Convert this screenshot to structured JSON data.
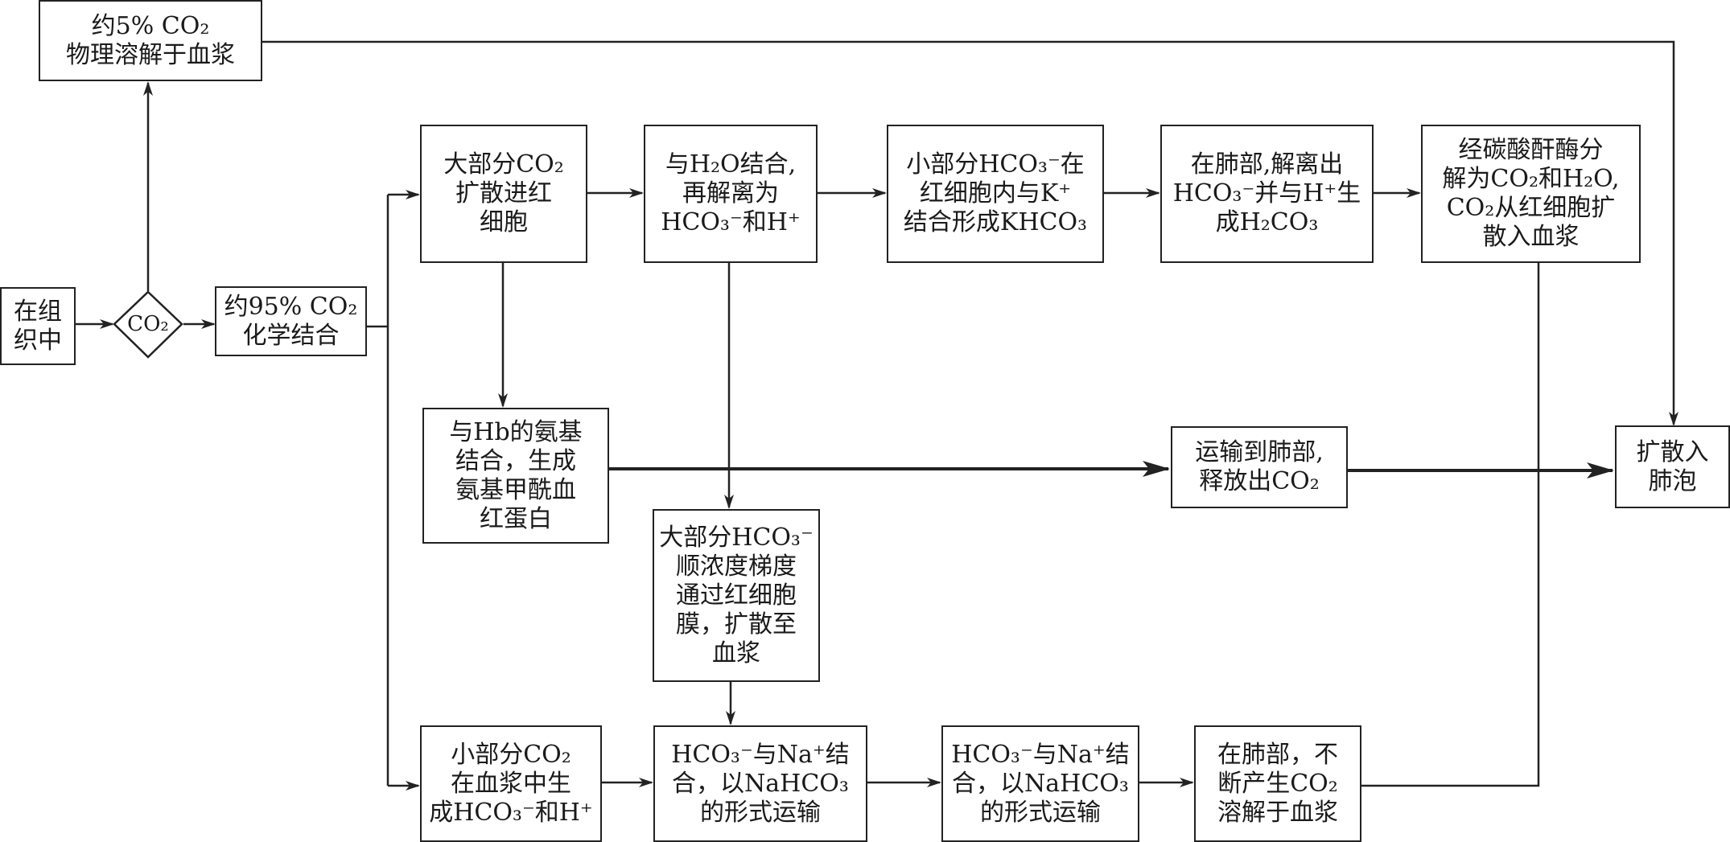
{
  "nodes": {
    "tissue": [
      "在组",
      "织中"
    ],
    "co2": "CO₂",
    "physical": [
      "约5% CO₂",
      "物理溶解于血浆"
    ],
    "chemical": [
      "约95% CO₂",
      "化学结合"
    ],
    "diffuse_rbc": [
      "大部分CO₂",
      "扩散进红",
      "细胞"
    ],
    "h2o_combine": [
      "与H₂O结合,",
      "再解离为",
      "HCO₃⁻和H⁺"
    ],
    "k_combine": [
      "小部分HCO₃⁻在",
      "红细胞内与K⁺",
      "结合形成KHCO₃"
    ],
    "lung_dissociate": [
      "在肺部,解离出",
      "HCO₃⁻并与H⁺生",
      "成H₂CO₃"
    ],
    "enzyme": [
      "经碳酸酐酶分",
      "解为CO₂和H₂O,",
      "CO₂从红细胞扩",
      "散入血浆"
    ],
    "hb_combine": [
      "与Hb的氨基",
      "结合，生成",
      "氨基甲酰血",
      "红蛋白"
    ],
    "transport_lung": [
      "运输到肺部,",
      "释放出CO₂"
    ],
    "alveoli": [
      "扩散入",
      "肺泡"
    ],
    "hco3_diffuse": [
      "大部分HCO₃⁻",
      "顺浓度梯度",
      "通过红细胞",
      "膜，扩散至",
      "血浆"
    ],
    "small_plasma": [
      "小部分CO₂",
      "在血浆中生",
      "成HCO₃⁻和H⁺"
    ],
    "na_combine_1": [
      "HCO₃⁻与Na⁺结",
      "合，以NaHCO₃",
      "的形式运输"
    ],
    "na_combine_2": [
      "HCO₃⁻与Na⁺结",
      "合，以NaHCO₃",
      "的形式运输"
    ],
    "lung_dissolve": [
      "在肺部，不",
      "断产生CO₂",
      "溶解于血浆"
    ]
  }
}
